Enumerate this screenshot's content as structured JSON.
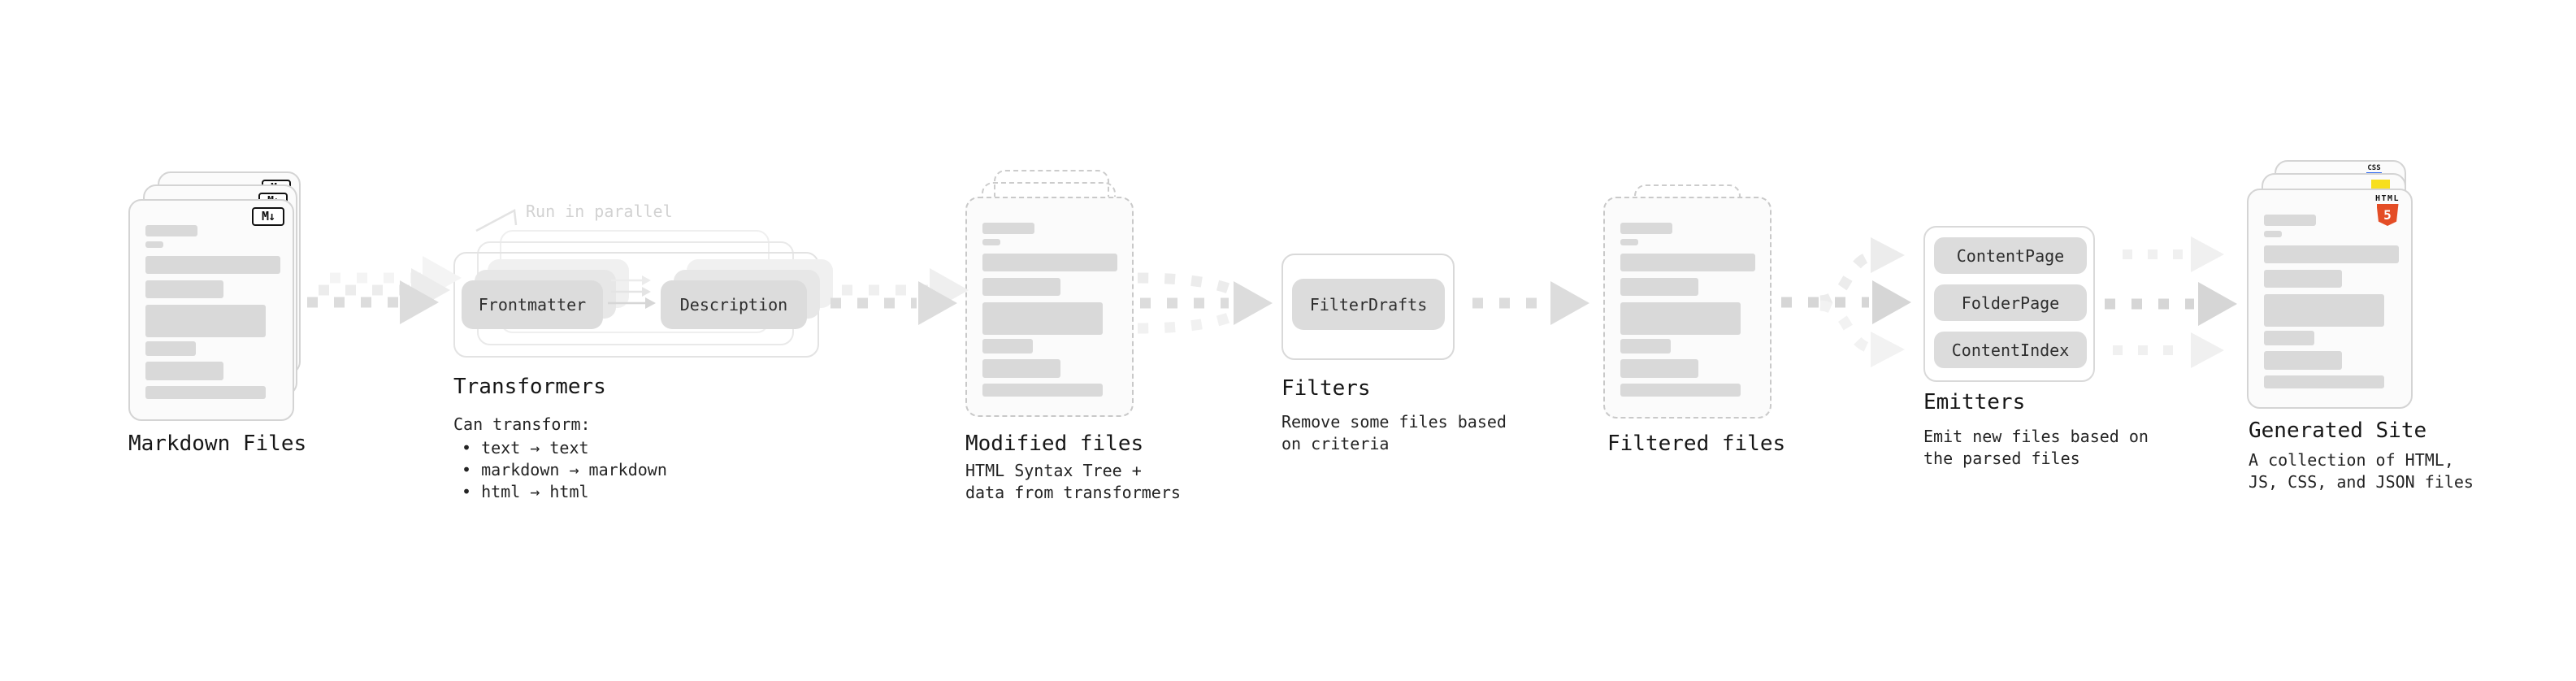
{
  "stages": {
    "markdown": {
      "title": "Markdown Files",
      "icon_label": "M↓"
    },
    "transformers": {
      "title": "Transformers",
      "parallel_note": "Run in parallel",
      "transformer_1": "Frontmatter",
      "transformer_2": "Description",
      "desc_heading": "Can transform:",
      "bullet_1": "• text → text",
      "bullet_2": "• markdown → markdown",
      "bullet_3": "• html → html"
    },
    "modified": {
      "title": "Modified files",
      "subtitle": "HTML Syntax Tree +\ndata from transformers"
    },
    "filters": {
      "title": "Filters",
      "filter_1": "FilterDrafts",
      "subtitle": "Remove some files based\non criteria"
    },
    "filtered": {
      "title": "Filtered files"
    },
    "emitters": {
      "title": "Emitters",
      "emitter_1": "ContentPage",
      "emitter_2": "FolderPage",
      "emitter_3": "ContentIndex",
      "subtitle": "Emit new files based on\nthe parsed files"
    },
    "generated": {
      "title": "Generated Site",
      "subtitle": "A collection of HTML,\nJS, CSS, and JSON files",
      "badge_html_label": "HTML",
      "badge_html_number": "5",
      "badge_css_label": "CSS"
    }
  },
  "colors": {
    "html5_orange": "#e44d26",
    "js_yellow": "#f7df1e",
    "css_blue": "#2965f1",
    "card_border": "#d4d4d4",
    "bar_gray": "#d9d9d9",
    "arrow_gray": "#dcdcdc"
  },
  "file_card": {
    "bars": [
      {
        "t": 30,
        "w": 64,
        "h": 14
      },
      {
        "t": 50,
        "w": 22,
        "h": 8
      },
      {
        "t": 68,
        "w": 166,
        "h": 22
      },
      {
        "t": 98,
        "w": 96,
        "h": 22
      },
      {
        "t": 128,
        "w": 148,
        "h": 40
      },
      {
        "t": 173,
        "w": 62,
        "h": 18
      },
      {
        "t": 198,
        "w": 96,
        "h": 23
      },
      {
        "t": 228,
        "w": 148,
        "h": 16
      }
    ]
  }
}
